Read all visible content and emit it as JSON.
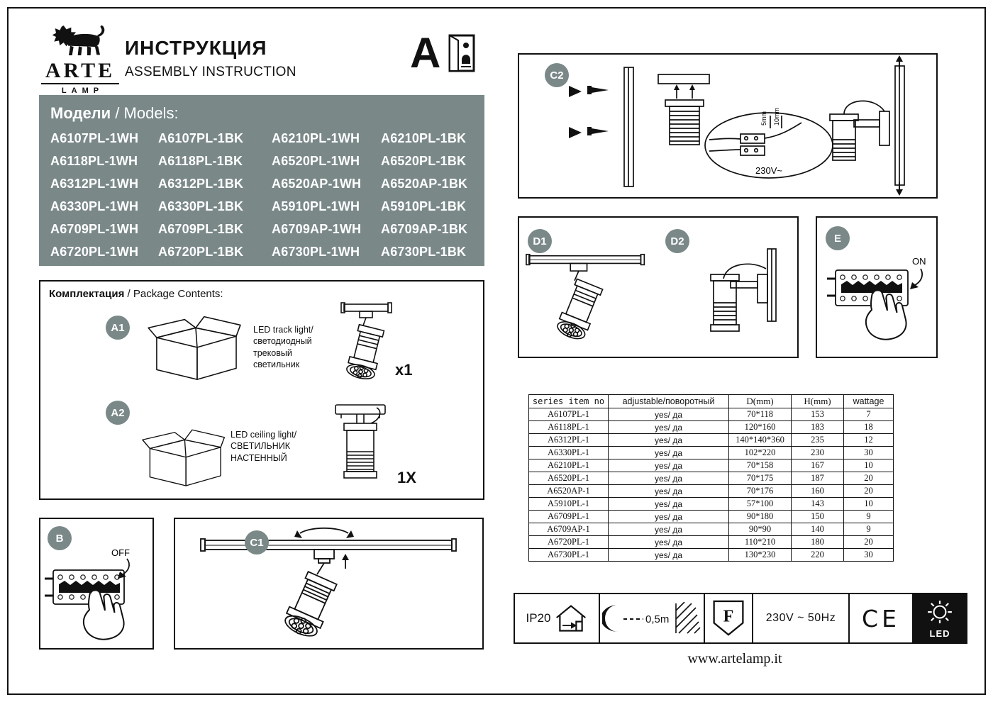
{
  "header": {
    "brand": "ARTE",
    "brand_sub": "LAMP",
    "title_ru": "ИНСТРУКЦИЯ",
    "title_en": "ASSEMBLY INSTRUCTION",
    "doc_letter": "A"
  },
  "colors": {
    "accent_gray": "#7a8888"
  },
  "models": {
    "title_bold": "Модели",
    "title_rest": " / Models:",
    "grid": [
      [
        "A6107PL-1WH",
        "A6107PL-1BK",
        "A6210PL-1WH",
        "A6210PL-1BK"
      ],
      [
        "A6118PL-1WH",
        "A6118PL-1BK",
        "A6520PL-1WH",
        "A6520PL-1BK"
      ],
      [
        "A6312PL-1WH",
        "A6312PL-1BK",
        "A6520AP-1WH",
        "A6520AP-1BK"
      ],
      [
        "A6330PL-1WH",
        "A6330PL-1BK",
        "A5910PL-1WH",
        "A5910PL-1BK"
      ],
      [
        "A6709PL-1WH",
        "A6709PL-1BK",
        "A6709AP-1WH",
        "A6709AP-1BK"
      ],
      [
        "A6720PL-1WH",
        "A6720PL-1BK",
        "A6730PL-1WH",
        "A6730PL-1BK"
      ]
    ]
  },
  "package": {
    "title_bold": "Комплектация",
    "title_rest": " / Package Contents:",
    "item1": {
      "badge": "A1",
      "desc": "LED track light/\nсветодиодный\nтрековый\nсветильник",
      "qty": "x1"
    },
    "item2": {
      "badge": "A2",
      "desc": "LED ceiling light/\nСВЕТИЛЬНИК\nНАСТЕННЫЙ",
      "qty": "1X"
    }
  },
  "steps": {
    "b": {
      "badge": "B",
      "label": "OFF"
    },
    "c1": {
      "badge": "C1"
    },
    "c2": {
      "badge": "C2",
      "voltage": "230V~",
      "dim_small": "5mm",
      "dim_large": "10mm"
    },
    "d1": {
      "badge": "D1"
    },
    "d2": {
      "badge": "D2"
    },
    "e": {
      "badge": "E",
      "label": "ON"
    }
  },
  "spec_table": {
    "headers": [
      "series item no",
      "adjustable/поворотный",
      "D(mm)",
      "H(mm)",
      "wattage"
    ],
    "rows": [
      [
        "A6107PL-1",
        "yes/ да",
        "70*118",
        "153",
        "7"
      ],
      [
        "A6118PL-1",
        "yes/ да",
        "120*160",
        "183",
        "18"
      ],
      [
        "A6312PL-1",
        "yes/ да",
        "140*140*360",
        "235",
        "12"
      ],
      [
        "A6330PL-1",
        "yes/ да",
        "102*220",
        "230",
        "30"
      ],
      [
        "A6210PL-1",
        "yes/ да",
        "70*158",
        "167",
        "10"
      ],
      [
        "A6520PL-1",
        "yes/ да",
        "70*175",
        "187",
        "20"
      ],
      [
        "A6520AP-1",
        "yes/ да",
        "70*176",
        "160",
        "20"
      ],
      [
        "A5910PL-1",
        "yes/ да",
        "57*100",
        "143",
        "10"
      ],
      [
        "A6709PL-1",
        "yes/ да",
        "90*180",
        "150",
        "9"
      ],
      [
        "A6709AP-1",
        "yes/ да",
        "90*90",
        "140",
        "9"
      ],
      [
        "A6720PL-1",
        "yes/ да",
        "110*210",
        "180",
        "20"
      ],
      [
        "A6730PL-1",
        "yes/ да",
        "130*230",
        "220",
        "30"
      ]
    ]
  },
  "footer": {
    "ip": "IP20",
    "distance": "0,5m",
    "f_mark": "F",
    "voltage": "230V ~ 50Hz",
    "ce": "CE",
    "led": "LED",
    "website": "www.artelamp.it"
  }
}
